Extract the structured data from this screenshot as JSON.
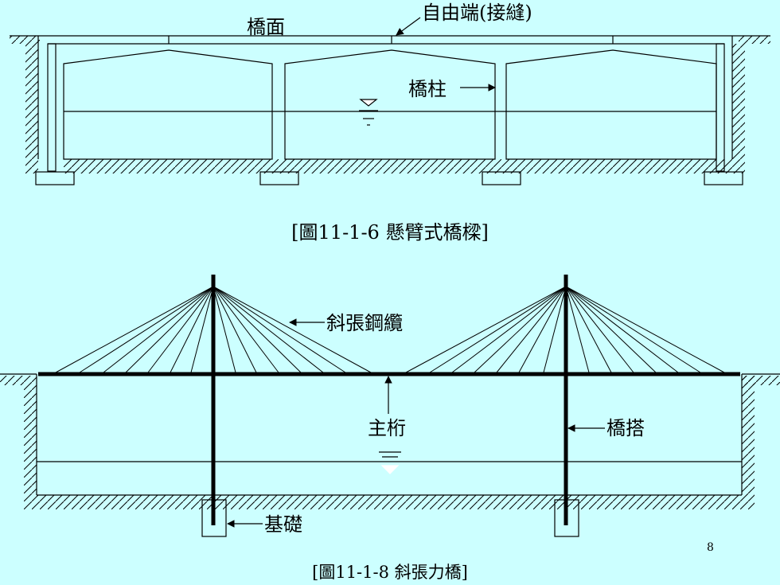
{
  "slide": {
    "page_number": "8",
    "background": "#ccffff"
  },
  "figure_top": {
    "label_deck": "橋面",
    "label_free_end": "自由端(接縫)",
    "label_pier": "橋柱",
    "caption": "[圖11-1-6 懸臂式橋樑]"
  },
  "figure_bottom": {
    "label_cable": "斜張鋼纜",
    "label_girder": "主桁",
    "label_tower": "橋搭",
    "label_foundation": "基礎",
    "caption": "[圖11-1-8 斜張力橋]"
  }
}
